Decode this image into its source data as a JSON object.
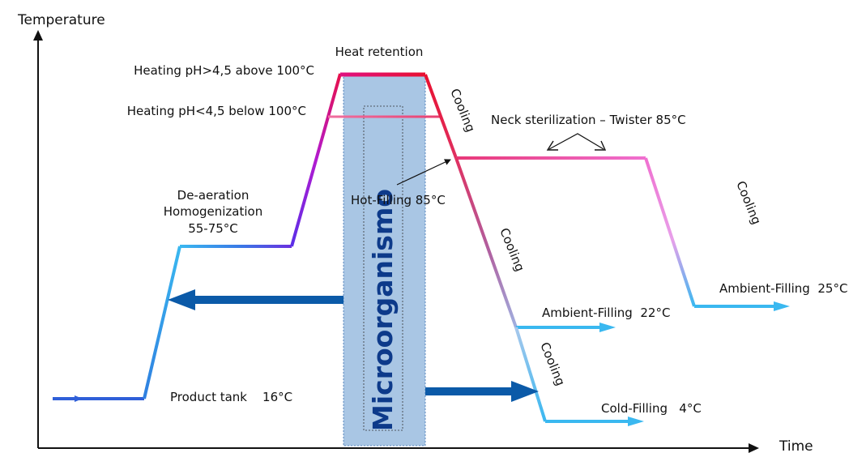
{
  "axes": {
    "y_label": "Temperature",
    "x_label": "Time"
  },
  "labels": {
    "heat_retention": "Heat retention",
    "heating_high": "Heating pH>4,5 above 100°C",
    "heating_low": "Heating pH<4,5 below 100°C",
    "deaeration_line1": "De-aeration",
    "deaeration_line2": "Homogenization",
    "deaeration_line3": "55-75°C",
    "product_tank": "Product tank    16°C",
    "hot_filling": "Hot-Filling 85°C",
    "neck_sterilization": "Neck sterilization – Twister 85°C",
    "ambient_filling_25": "Ambient-Filling  25°C",
    "ambient_filling_22": "Ambient-Filling  22°C",
    "cold_filling": "Cold-Filling   4°C",
    "cooling_1": "Cooling",
    "cooling_2": "Cooling",
    "cooling_3": "Cooling",
    "cooling_4": "Cooling",
    "microorganism": "Microorganismo"
  },
  "colors": {
    "low_temp": "#2f5fd8",
    "cyan": "#3ab8f0",
    "purple": "#6a2fe0",
    "magenta": "#b21ad0",
    "red": "#e81030",
    "pink": "#f060c8",
    "light_pink": "#ee8ee6",
    "band_fill": "#a9c6e4",
    "dark_blue_arrow": "#0b5aa8",
    "micro_text": "#0d3a8a"
  }
}
